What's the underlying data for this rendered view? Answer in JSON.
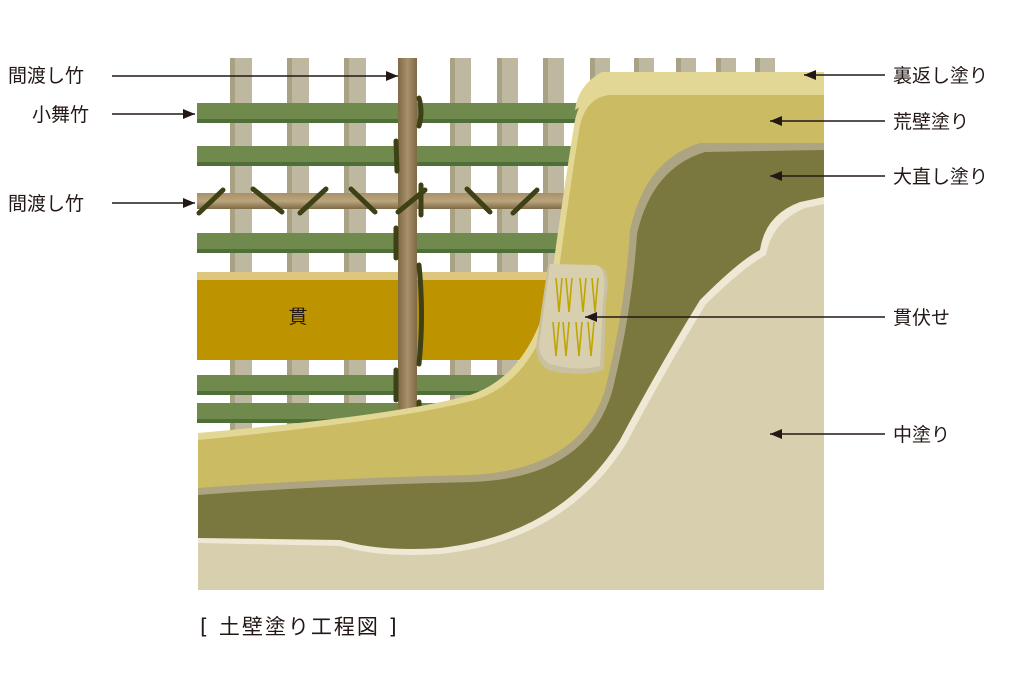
{
  "title": "[ 土壁塗り工程図 ]",
  "beam_label": "貫",
  "left_labels": [
    "間渡し竹",
    "小舞竹",
    "間渡し竹"
  ],
  "right_labels": [
    "裏返し塗り",
    "荒壁塗り",
    "大直し塗り",
    "貫伏せ",
    "中塗り"
  ],
  "colors": {
    "slat": "#BFB8A0",
    "bamboo": "#708A4E",
    "beam": "#BD9400",
    "rough_coat": "#CBBB63",
    "back_coat": "#E3D796",
    "correction_coat": "#7A783E",
    "middle_coat": "#D8CFAF",
    "tie": "#3E4016",
    "arrow": "#231815"
  }
}
